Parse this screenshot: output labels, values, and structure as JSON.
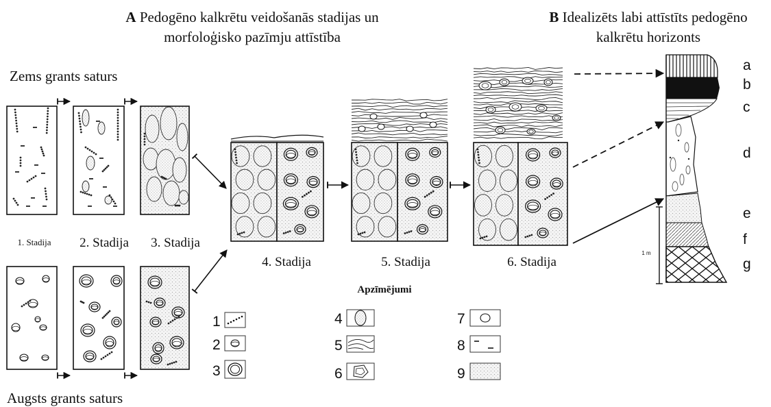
{
  "panel_a": {
    "letter": "A",
    "title_line1": "Pedogēno kalkrētu veidošanās stadijas un",
    "title_line2": "morfoloģisko pazīmju attīstība",
    "low_gravel": "Zems grants saturs",
    "high_gravel": "Augsts grants saturs",
    "stages": [
      "1. Stadija",
      "2. Stadija",
      "3. Stadija",
      "4. Stadija",
      "5. Stadija",
      "6. Stadija"
    ]
  },
  "panel_b": {
    "letter": "B",
    "title_line1": "Idealizēts labi attīstīts pedogēno",
    "title_line2": "kalkrētu horizonts",
    "horizon_labels": [
      "a",
      "b",
      "c",
      "d",
      "e",
      "f",
      "g"
    ],
    "scale_label": "1 m"
  },
  "legend": {
    "title": "Apzīmējumi",
    "items": [
      {
        "num": "1",
        "icon": "dotted-line-icon"
      },
      {
        "num": "2",
        "icon": "small-pebble-icon"
      },
      {
        "num": "3",
        "icon": "coated-pebble-icon"
      },
      {
        "num": "4",
        "icon": "dotted-nodule-icon"
      },
      {
        "num": "5",
        "icon": "laminar-layer-icon"
      },
      {
        "num": "6",
        "icon": "pisolith-icon"
      },
      {
        "num": "7",
        "icon": "empty-circle-icon"
      },
      {
        "num": "8",
        "icon": "dash-marks-icon"
      },
      {
        "num": "9",
        "icon": "stippled-fill-icon"
      }
    ]
  }
}
